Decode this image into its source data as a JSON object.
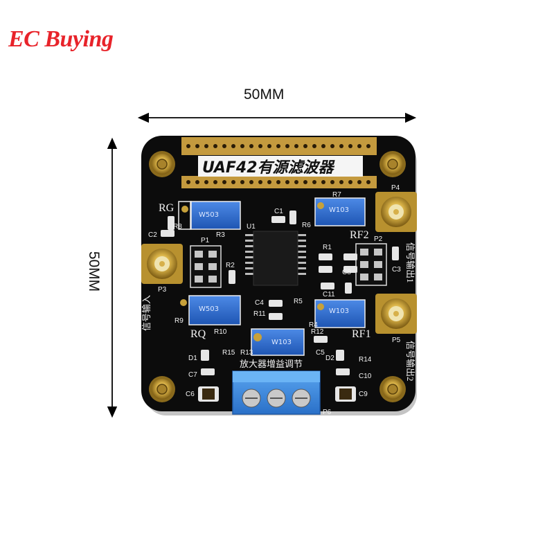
{
  "brand": {
    "text": "EC Buying",
    "color": "#e8232a"
  },
  "dimensions": {
    "width_label": "50MM",
    "height_label": "50MM"
  },
  "board": {
    "title": "UAF42有源滤波器",
    "pcb_color": "#0c0c0c",
    "trimmer_color": "#2f6fd0",
    "terminal_color": "#3f8fe0",
    "gold_color": "#c9a23a",
    "labels": {
      "rg": "RG",
      "rq": "RQ",
      "rf1": "RF1",
      "rf2": "RF2",
      "u1": "U1",
      "p1": "P1",
      "p2": "P2",
      "p3": "P3",
      "p4": "P4",
      "p5": "P5",
      "p6": "P6",
      "r1": "R1",
      "r2": "R2",
      "r3": "R3",
      "r4": "R4",
      "r5": "R5",
      "r6": "R6",
      "r7": "R7",
      "r8": "R8",
      "r9": "R9",
      "r10": "R10",
      "r11": "R11",
      "r12": "R12",
      "r13": "R13",
      "r14": "R14",
      "r15": "R15",
      "c1": "C1",
      "c2": "C2",
      "c3": "C3",
      "c4": "C4",
      "c5": "C5",
      "c6": "C6",
      "c7": "C7",
      "c8": "C8",
      "c9": "C9",
      "c10": "C10",
      "c11": "C11",
      "d1": "D1",
      "d2": "D2",
      "signal_in": "信号输入",
      "signal_out1": "信号输出1",
      "signal_out2": "信号输出2",
      "gain_adjust": "放大器增益调节"
    }
  }
}
